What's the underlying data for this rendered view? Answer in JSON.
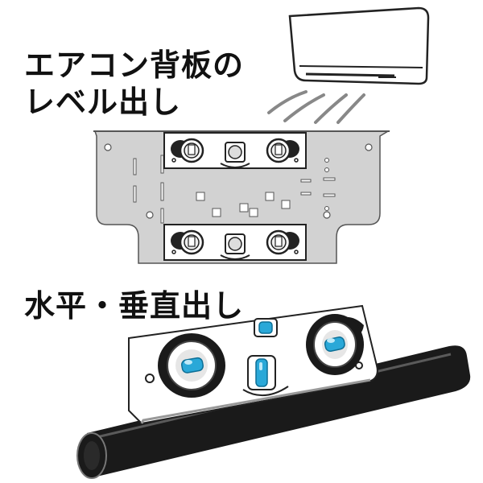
{
  "headings": {
    "aircon_line1": "エアコン背板の",
    "aircon_line2": "レベル出し",
    "level_plumb": "水平・垂直出し"
  },
  "colors": {
    "text": "#111111",
    "plate": "#d2d2d2",
    "bubble": "#2aa8d8",
    "pipe": "#1a1a1a"
  },
  "icons": [
    "air-conditioner-icon",
    "mounting-plate-icon",
    "panda-level-icon",
    "pipe-icon"
  ]
}
